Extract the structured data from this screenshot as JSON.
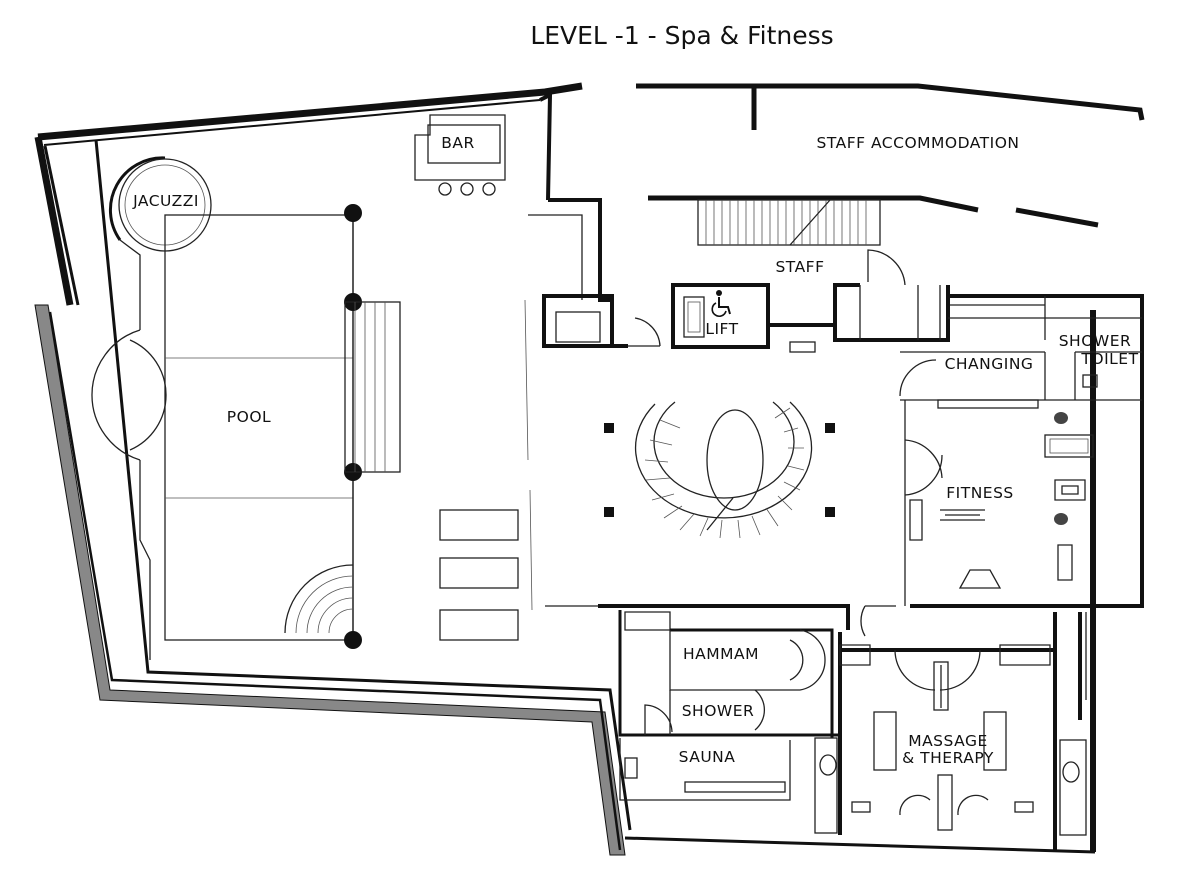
{
  "title": "LEVEL -1 - Spa & Fitness",
  "rooms": {
    "bar": "BAR",
    "jacuzzi": "JACUZZI",
    "staff_accommodation": "STAFF  ACCOMMODATION",
    "staff": "STAFF",
    "lift": "LIFT",
    "pool": "POOL",
    "changing": "CHANGING",
    "shower_toilet_1": "SHOWER",
    "shower_toilet_2": "TOILET",
    "fitness": "FITNESS",
    "hammam": "HAMMAM",
    "shower": "SHOWER",
    "sauna": "SAUNA",
    "massage_1": "MASSAGE",
    "massage_2": "& THERAPY"
  },
  "icons": {
    "lift": "wheelchair-icon"
  }
}
